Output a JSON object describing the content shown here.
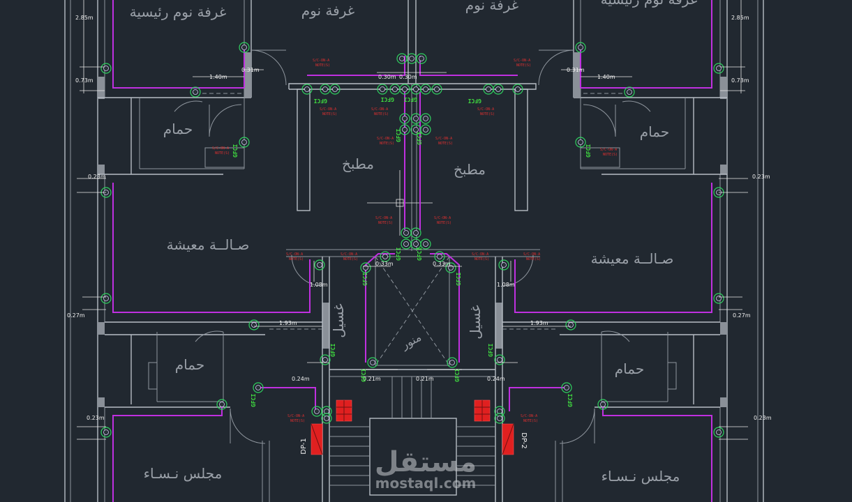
{
  "colors": {
    "background": "#212830",
    "wall": "#b8bec6",
    "wire": "#c030e0",
    "gfci": "#40e040",
    "note": "#e03030",
    "panel": "#e02020",
    "dimension": "#e8e8e8",
    "room_label": "#9aa0a8"
  },
  "rooms": {
    "master_bedroom": "غرفة نوم رئيسية",
    "bedroom_left": "غرفة نوم",
    "bedroom_right": "غرفة نوم",
    "master_bedroom_right": "غرفة نوم رئيسية",
    "bath_top_left": "حمام",
    "bath_top_right": "حمام",
    "kitchen_left": "مطبخ",
    "kitchen_right": "مطبخ",
    "living_left": "صـالــة معيشة",
    "living_right": "صـالــة معيشة",
    "laundry_left": "غسيل",
    "laundry_right": "غسيل",
    "lightwell": "منور",
    "bath_bottom_left": "حمام",
    "bath_bottom_right": "حمام",
    "women_majlis_left": "مجلس نـسـاء",
    "women_majlis_right": "مجلس نـسـاء"
  },
  "dimensions": {
    "d1": "2.85m",
    "d2": "2.85m",
    "d3": "0.73m",
    "d4": "0.73m",
    "d5": "1.40m",
    "d6": "1.40m",
    "d7": "0.31m",
    "d8": "0.31m",
    "d9": "0.30m",
    "d10": "0.30m",
    "d11": "0.23m",
    "d12": "0.23m",
    "d13": "0.33m",
    "d14": "0.33m",
    "d15": "1.08m",
    "d16": "1.08m",
    "d17": "0.27m",
    "d18": "0.27m",
    "d19": "1.93m",
    "d20": "1.93m",
    "d21": "0.24m",
    "d22": "0.24m",
    "d23": "0.21m",
    "d24": "0.21m",
    "d25": "0.23m",
    "d26": "0.23m"
  },
  "gfci_tag": "GFCI",
  "note_tag": "NOTE(S)",
  "note_head": "S/C-ON-A",
  "panels": {
    "left": "DP-1",
    "right": "DP-2"
  },
  "watermark": {
    "brand": "مستقل",
    "url": "mostaql.com"
  }
}
